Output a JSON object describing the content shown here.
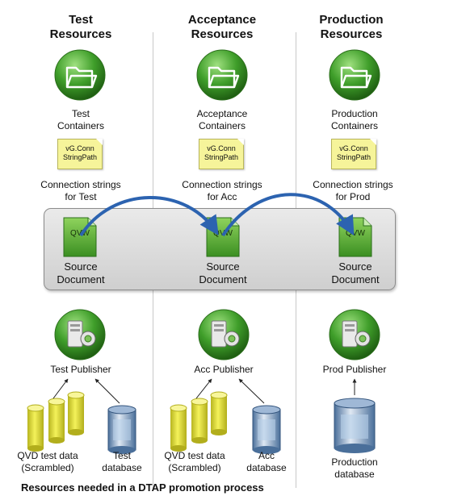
{
  "columns": [
    {
      "header": "Test\nResources",
      "containers_label": "Test\nContainers",
      "note_text": "vG.Conn\nStringPath",
      "connection_label": "Connection strings\nfor Test",
      "doc_icon_text": "QVW",
      "source_label": "Source\nDocument",
      "publisher_label": "Test Publisher",
      "qvd_label": "QVD test data\n(Scrambled)",
      "database_label": "Test\ndatabase"
    },
    {
      "header": "Acceptance\nResources",
      "containers_label": "Acceptance\nContainers",
      "note_text": "vG.Conn\nStringPath",
      "connection_label": "Connection strings\nfor Acc",
      "doc_icon_text": "QVW",
      "source_label": "Source\nDocument",
      "publisher_label": "Acc Publisher",
      "qvd_label": "QVD test data\n(Scrambled)",
      "database_label": "Acc\ndatabase"
    },
    {
      "header": "Production\nResources",
      "containers_label": "Production\nContainers",
      "note_text": "vG.Conn\nStringPath",
      "connection_label": "Connection strings\nfor Prod",
      "doc_icon_text": "QVW",
      "source_label": "Source\nDocument",
      "publisher_label": "Prod Publisher",
      "database_label": "Production\ndatabase"
    }
  ],
  "caption": "Resources needed in a DTAP promotion process",
  "colors": {
    "accent_green": "#3f9e2a",
    "arrow_blue": "#2c63b0",
    "note_yellow": "#f6f49a",
    "cylinder_yellow": "#e8e53a"
  }
}
